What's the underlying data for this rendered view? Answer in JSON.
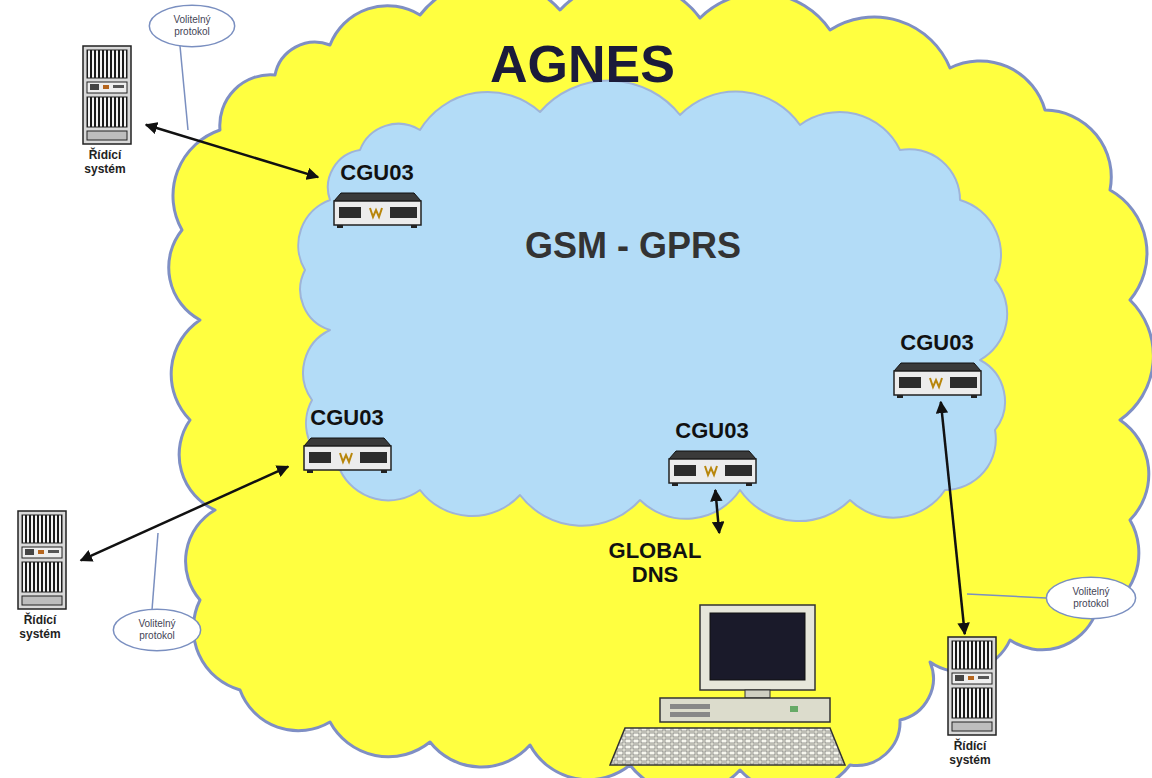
{
  "diagram": {
    "nodes": [
      {
        "text": [
          "AGNES"
        ]
      },
      {
        "text": [
          "GSM - GPRS"
        ],
        "in": 0
      },
      {
        "text": [
          "Řídící systém"
        ]
      },
      {
        "text": [
          "Volitelný protokol"
        ]
      },
      {
        "text": [
          "CGU03"
        ],
        "in": 1
      },
      {
        "text": [
          "CGU03"
        ],
        "in": 1
      },
      {
        "text": [
          "CGU03"
        ],
        "in": 1
      },
      {
        "text": [
          "CGU03"
        ],
        "in": 1
      },
      {
        "text": [
          "Řídící systém"
        ]
      },
      {
        "text": [
          "Volitelný protokol"
        ]
      },
      {
        "text": [
          "GLOBAL DNS"
        ],
        "in": 0
      },
      {
        "text": [
          "Volitelný protokol"
        ]
      },
      {
        "text": [
          "Řídící systém"
        ]
      }
    ],
    "edges": [
      {
        "from": 2,
        "to": 4,
        "arrow": "both"
      },
      {
        "from": 8,
        "to": 6,
        "arrow": "both"
      },
      {
        "from": 7,
        "to": 10,
        "arrow": "both"
      },
      {
        "from": 5,
        "to": 12,
        "arrow": "both"
      }
    ]
  }
}
